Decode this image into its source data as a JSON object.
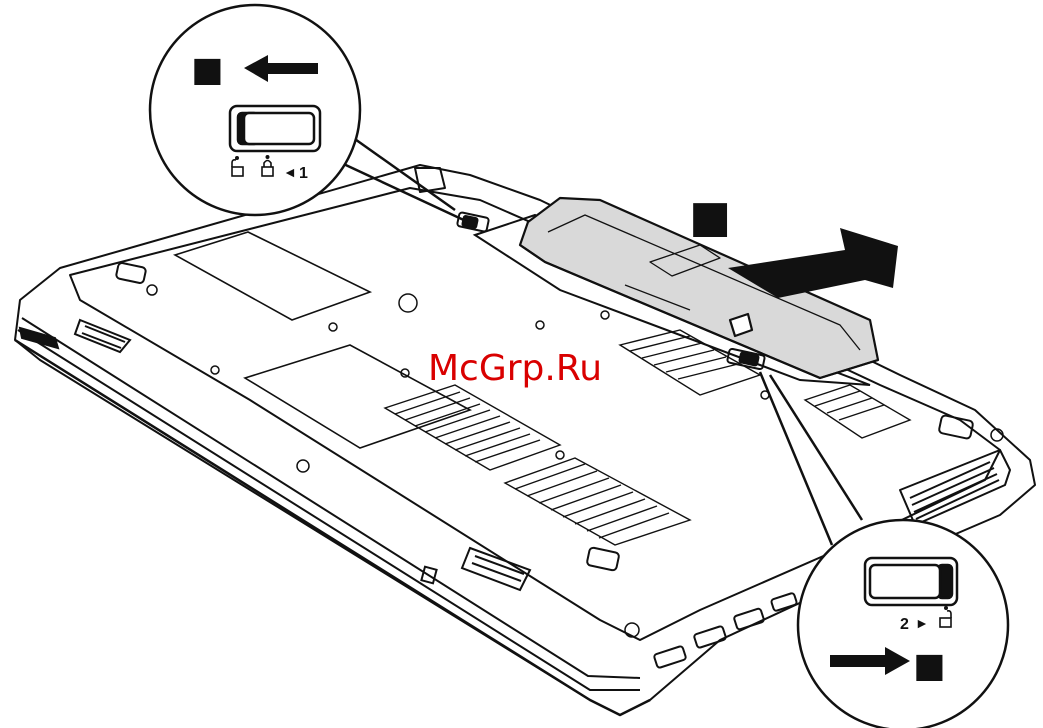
{
  "figure": {
    "colors": {
      "ink": "#111111",
      "paper": "#ffffff",
      "battery_fill": "#d9d9d9",
      "watermark": "#d90000"
    },
    "callout_top_left": {
      "step_marker": "■",
      "arrow_direction": "left",
      "lock_icons": [
        "unlock-icon",
        "lock-icon"
      ],
      "indicator_glyph": "◄",
      "indicator_number": "1"
    },
    "callout_bottom_right": {
      "step_marker": "■",
      "arrow_direction": "right",
      "indicator_number": "2",
      "indicator_glyph": "►",
      "lock_icons": [
        "unlock-icon"
      ]
    },
    "battery_step_marker": "■",
    "watermark": "McGrp.Ru"
  }
}
